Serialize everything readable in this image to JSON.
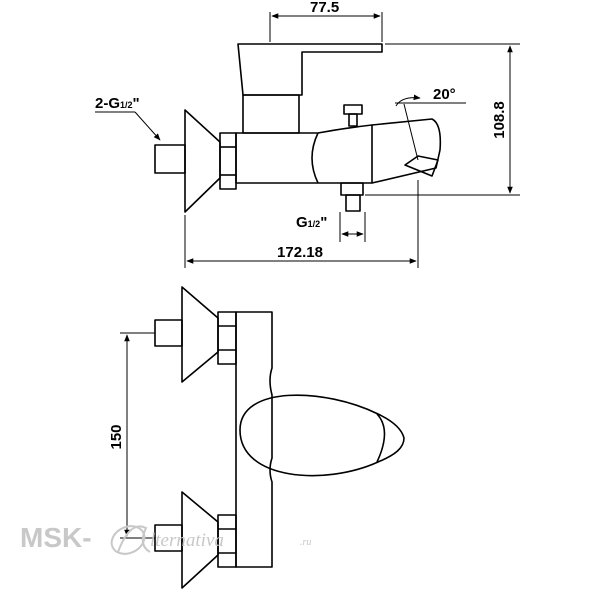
{
  "dimensions": {
    "top_width": "77.5",
    "height": "108.8",
    "overall_length": "172.18",
    "spout_angle": "20°",
    "inlet_spacing": "150"
  },
  "threads": {
    "inlet_prefix": "2-G",
    "inlet_fraction": "1/2",
    "inlet_suffix": "\"",
    "outlet_prefix": "G",
    "outlet_fraction": "1/2",
    "outlet_suffix": "\""
  },
  "watermark": {
    "brand": "MSK-",
    "script": "lternativa",
    "domain": ".ru"
  }
}
